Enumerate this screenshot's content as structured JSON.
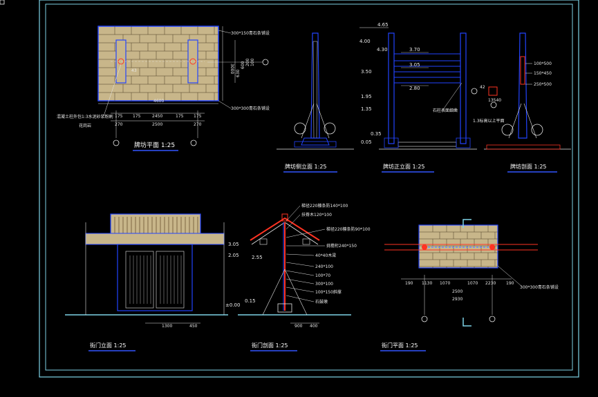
{
  "colors": {
    "background": "#000000",
    "frame": "#7fd4e8",
    "line_blue": "#2244ff",
    "line_white": "#e8e8e8",
    "brick": "#c8b68a",
    "accent_red": "#ff3322",
    "title_underline": "#3355ff"
  },
  "titles": {
    "paifang_plan": "牌坊平面  1:25",
    "paifang_side": "牌坊侧立面  1:25",
    "paifang_front": "牌坊正立面  1:25",
    "paifang_section": "牌坊剖面    1:25",
    "gate_elevation": "街门立面   1:25",
    "gate_section": "街门剖面   1:25",
    "gate_plan": "街门平面   1:25"
  },
  "plan": {
    "note_top": "300*150青石条铺设",
    "note_bottom": "300*300青石条铺设",
    "note_left": "混凝土柱外包1:3水泥砂浆粉刷",
    "note_left2": "花岗岩",
    "dim_overall": "4600",
    "dim_side": "3000",
    "dims_row1": [
      "175",
      "175",
      "2450",
      "175",
      "175"
    ],
    "dims_row2": [
      "270",
      "2500",
      "270"
    ],
    "dims_v": [
      "630",
      "600",
      "200",
      "100"
    ],
    "center_mark": "43"
  },
  "front_elev": {
    "levels_left": [
      "4.65",
      "4.00",
      "4.30",
      "3.50",
      "1.95",
      "1.35",
      "0.35",
      "0.05"
    ],
    "levels_mid": [
      "3.70",
      "3.05",
      "2.80"
    ],
    "note_stone": "石柱表面细凿",
    "note_plinth": "1.3标高以上平面",
    "note_small": "42",
    "note_small2": "13540"
  },
  "section_notes": [
    "100*500",
    "150*450",
    "250*500"
  ],
  "gate_elev": {
    "levels": [
      "3.05",
      "2.05",
      "±0.00"
    ],
    "dims_bottom": [
      "1300",
      "450"
    ]
  },
  "gate_section": {
    "notes": [
      "梯径220檩条防140*100",
      "扶脊木120*100",
      "梯径220檩条防90*100",
      "挑檐桁240*150",
      "40*40木梁",
      "240*100",
      "100*70",
      "300*100",
      "100*150斜撑",
      "石鼓墩"
    ],
    "levels": [
      "2.55",
      "0.15"
    ],
    "dims_bottom": [
      "900",
      "400"
    ]
  },
  "gate_plan": {
    "dims_row1": [
      "190",
      "1130",
      "1070",
      "1070",
      "2230",
      "190"
    ],
    "dim_mid": "2500",
    "dim_total": "2930",
    "note": "300*300青石条铺设"
  }
}
